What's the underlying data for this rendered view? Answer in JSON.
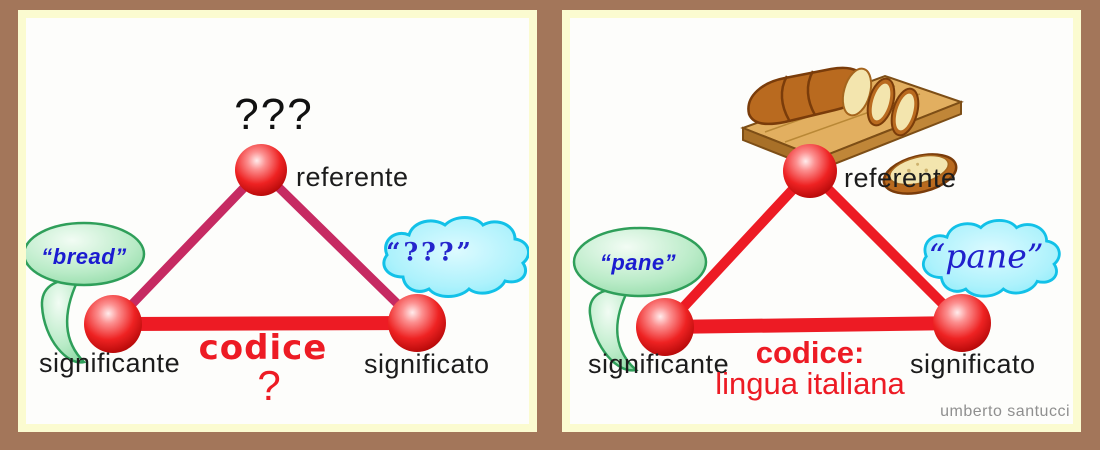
{
  "colors": {
    "background_brown": "#a3765a",
    "panel_border_cream": "#fbfbd0",
    "panel_white": "#fdfdfb",
    "triangle_red": "#ed1b24",
    "triangle_crimson": "#c62a62",
    "node_red": "#ee2222",
    "bubble_green_border": "#2f9f5a",
    "cloud_cyan_border": "#12c1e8",
    "text_blue": "#1b1bd0",
    "attribution_gray": "#8f8f8f"
  },
  "attribution": "umberto santucci",
  "left": {
    "top_question": "???",
    "apex_label": "referente",
    "bottom_left_label": "significante",
    "bottom_right_label": "significato",
    "code_label": "codice",
    "code_question": "?",
    "speech_bubble_text": "“bread”",
    "thought_cloud_text": "“???”"
  },
  "right": {
    "referent_image": "bread-loaf-on-cutting-board",
    "apex_label": "referente",
    "bottom_left_label": "significante",
    "bottom_right_label": "significato",
    "code_label": "codice:",
    "code_value": "lingua italiana",
    "speech_bubble_text": "“pane”",
    "thought_cloud_text": "“pane”"
  }
}
